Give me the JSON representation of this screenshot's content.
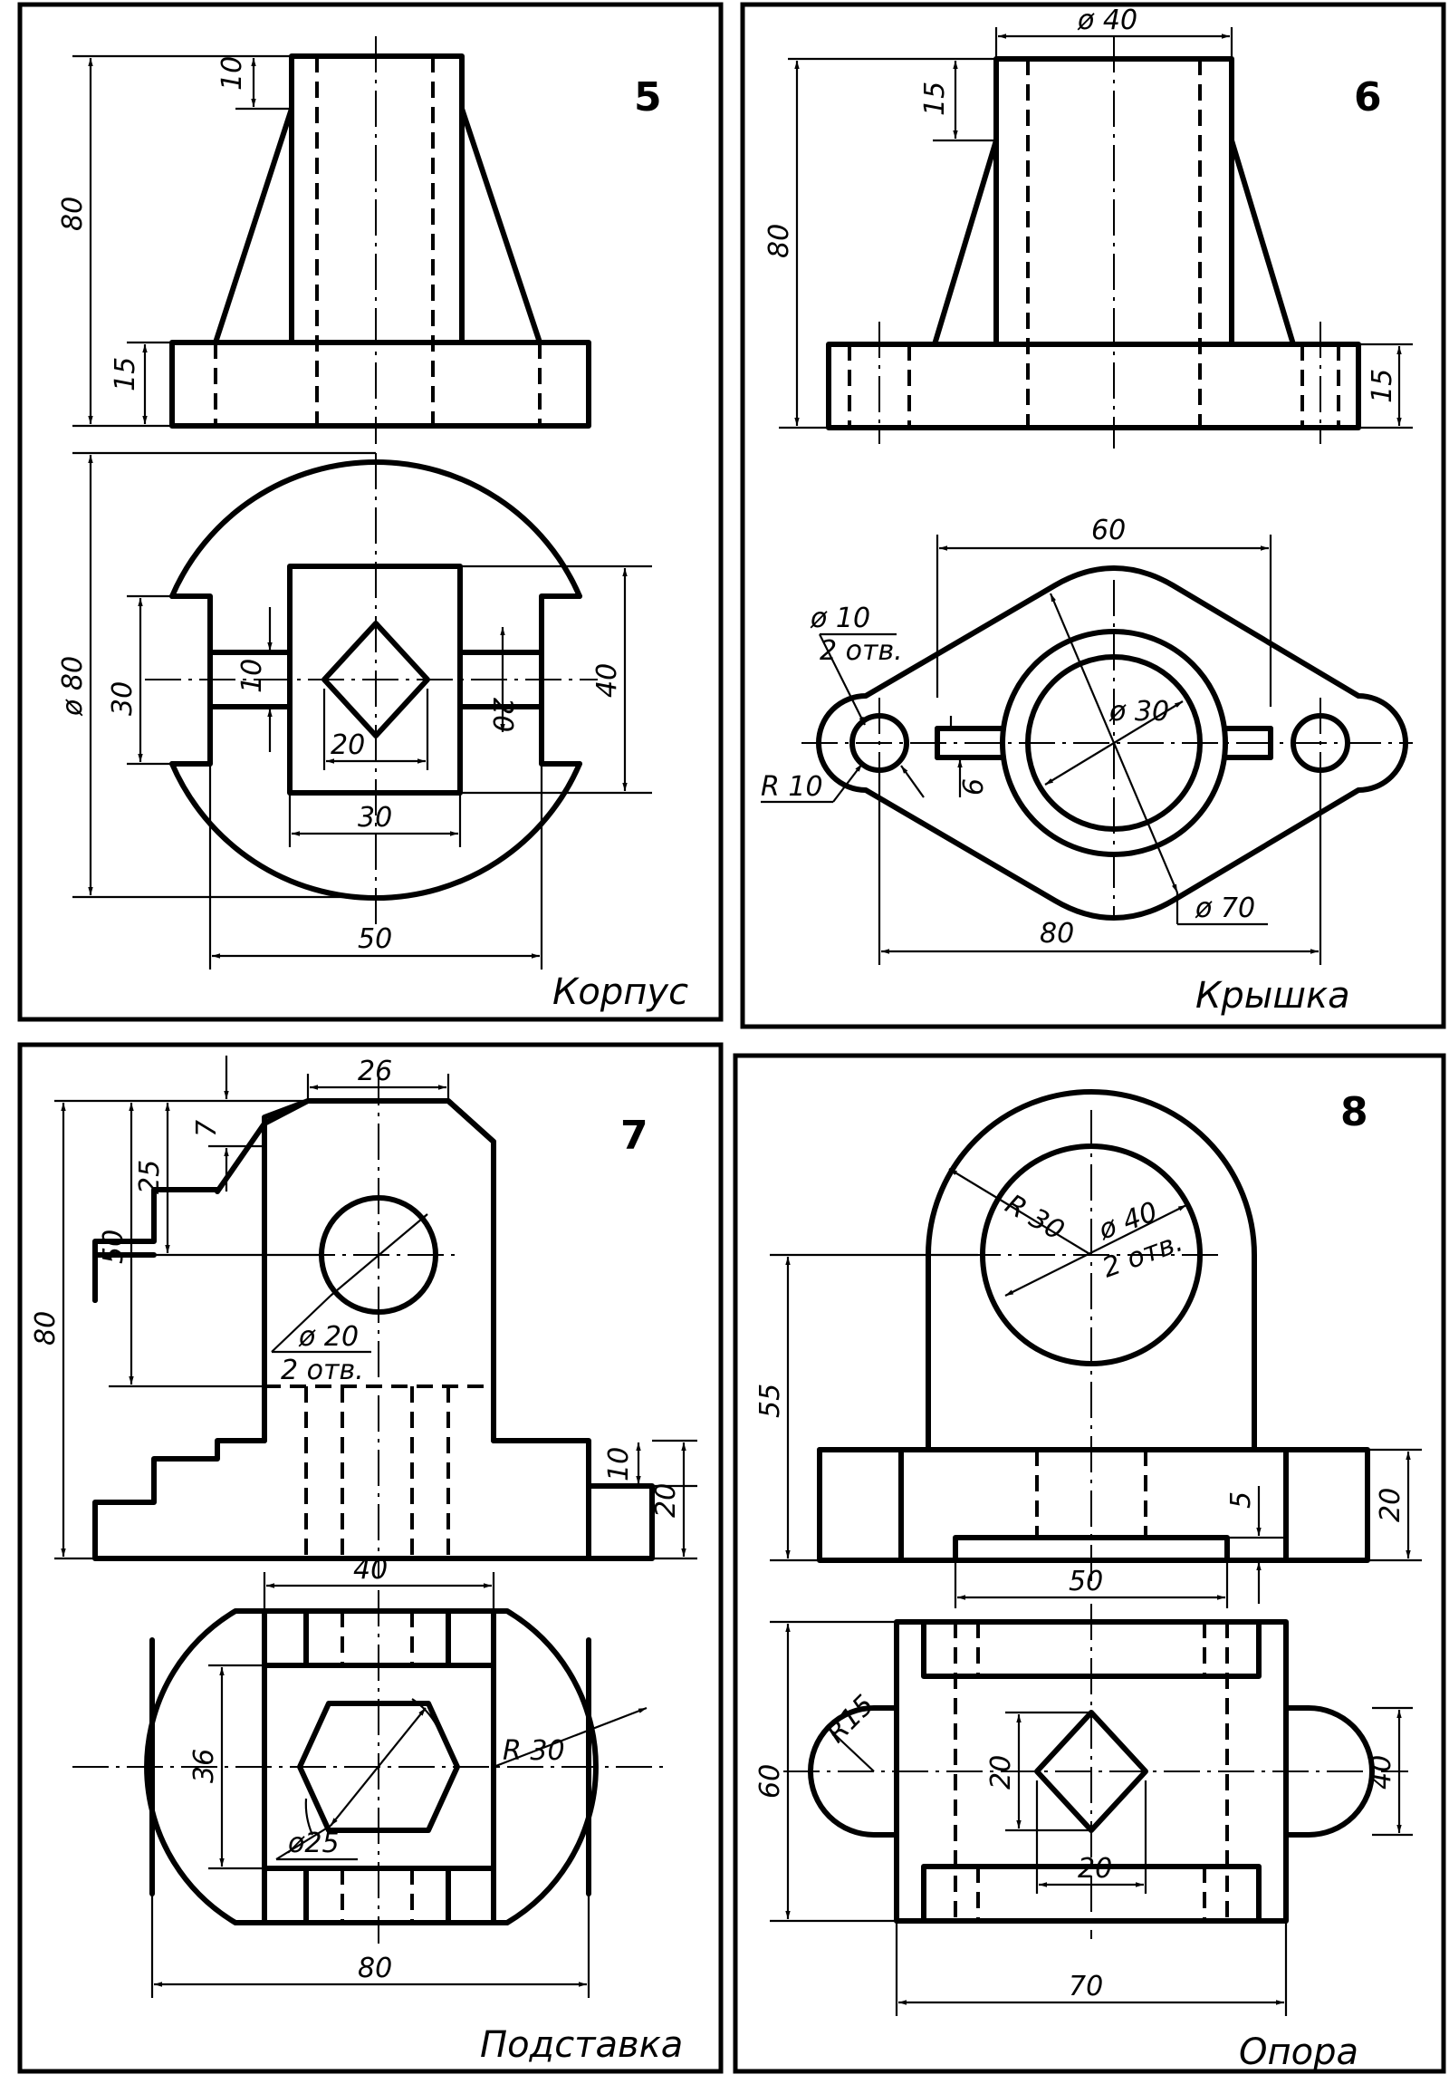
{
  "drawings": [
    {
      "number": "5",
      "title": "Корпус",
      "dims": [
        "10",
        "80",
        "15",
        "ø 80",
        "30",
        "10",
        "20",
        "20",
        "40",
        "30",
        "50"
      ]
    },
    {
      "number": "6",
      "title": "Крышка",
      "dims": [
        "ø 40",
        "15",
        "80",
        "15",
        "60",
        "ø 10",
        "2 отв.",
        "ø 30",
        "R 10",
        "6",
        "ø 70",
        "80"
      ]
    },
    {
      "number": "7",
      "title": "Подставка",
      "dims": [
        "26",
        "7",
        "25",
        "50",
        "80",
        "ø 20",
        "2 отв.",
        "10",
        "20",
        "40",
        "36",
        "R 30",
        "ø25",
        "80"
      ]
    },
    {
      "number": "8",
      "title": "Опора",
      "dims": [
        "R 30",
        "ø 40",
        "2 отв.",
        "55",
        "5",
        "20",
        "50",
        "R15",
        "60",
        "20",
        "20",
        "40",
        "70"
      ]
    }
  ]
}
